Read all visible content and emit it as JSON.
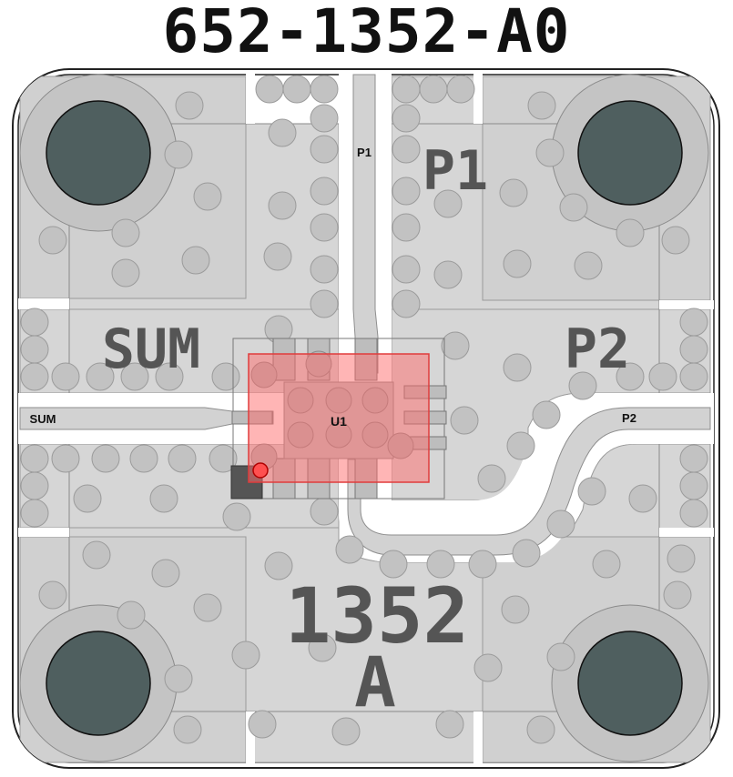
{
  "board": {
    "part_number": "652-1352-A0",
    "silkscreen": {
      "p1": "P1",
      "p2": "P2",
      "sum": "SUM",
      "model": "1352",
      "rev": "A"
    },
    "port_labels": {
      "p1": "P1",
      "p2": "P2",
      "sum": "SUM"
    },
    "component": {
      "ref": "U1",
      "highlight_color": "#ff6b6b"
    },
    "colors": {
      "board_fill": "#d4d4d4",
      "copper": "#cfcfcf",
      "via": "#bdbdbd",
      "mount_hole": "#4f5f5f"
    }
  }
}
